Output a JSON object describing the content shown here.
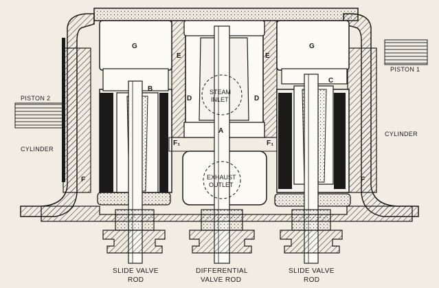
{
  "labels": {
    "piston_2": "PISTON 2",
    "piston_1": "PISTON 1",
    "cylinder_left": "CYLINDER",
    "cylinder_right": "CYLINDER",
    "steam_inlet_1": "STEAM",
    "steam_inlet_2": "INLET",
    "exhaust_outlet_1": "EXHAUST",
    "exhaust_outlet_2": "OUTLET",
    "g_left": "G",
    "g_right": "G",
    "b": "B",
    "c": "C",
    "e_left": "E",
    "e_right": "E",
    "d_left": "D",
    "d_right": "D",
    "a": "A",
    "f1_left": "F₁",
    "f1_right": "F₁",
    "f_left": "F",
    "f_right": "F"
  },
  "captions": {
    "left_1": "SLIDE VALVE",
    "left_2": "ROD",
    "center_1": "DIFFERENTIAL",
    "center_2": "VALVE ROD",
    "right_1": "SLIDE VALVE",
    "right_2": "ROD"
  },
  "colors": {
    "paper": "#f1ede3",
    "ink": "#1a1a1a",
    "shade": "#b8b2a4"
  }
}
